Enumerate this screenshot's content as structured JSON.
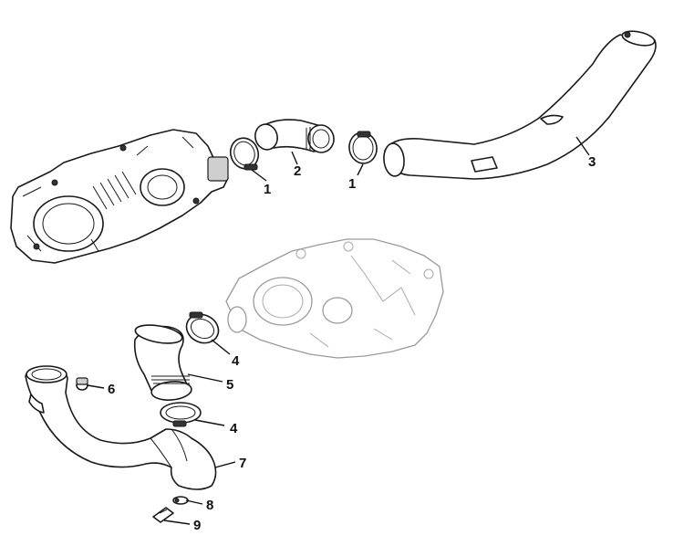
{
  "callouts": [
    {
      "id": "c1a",
      "label": "1"
    },
    {
      "id": "c2",
      "label": "2"
    },
    {
      "id": "c1b",
      "label": "1"
    },
    {
      "id": "c3",
      "label": "3"
    },
    {
      "id": "c4a",
      "label": "4"
    },
    {
      "id": "c5",
      "label": "5"
    },
    {
      "id": "c6",
      "label": "6"
    },
    {
      "id": "c4b",
      "label": "4"
    },
    {
      "id": "c7",
      "label": "7"
    },
    {
      "id": "c8",
      "label": "8"
    },
    {
      "id": "c9",
      "label": "9"
    }
  ],
  "colors": {
    "line": "#1a1a1a",
    "ghost": "#9a9a9a",
    "background": "#ffffff"
  }
}
